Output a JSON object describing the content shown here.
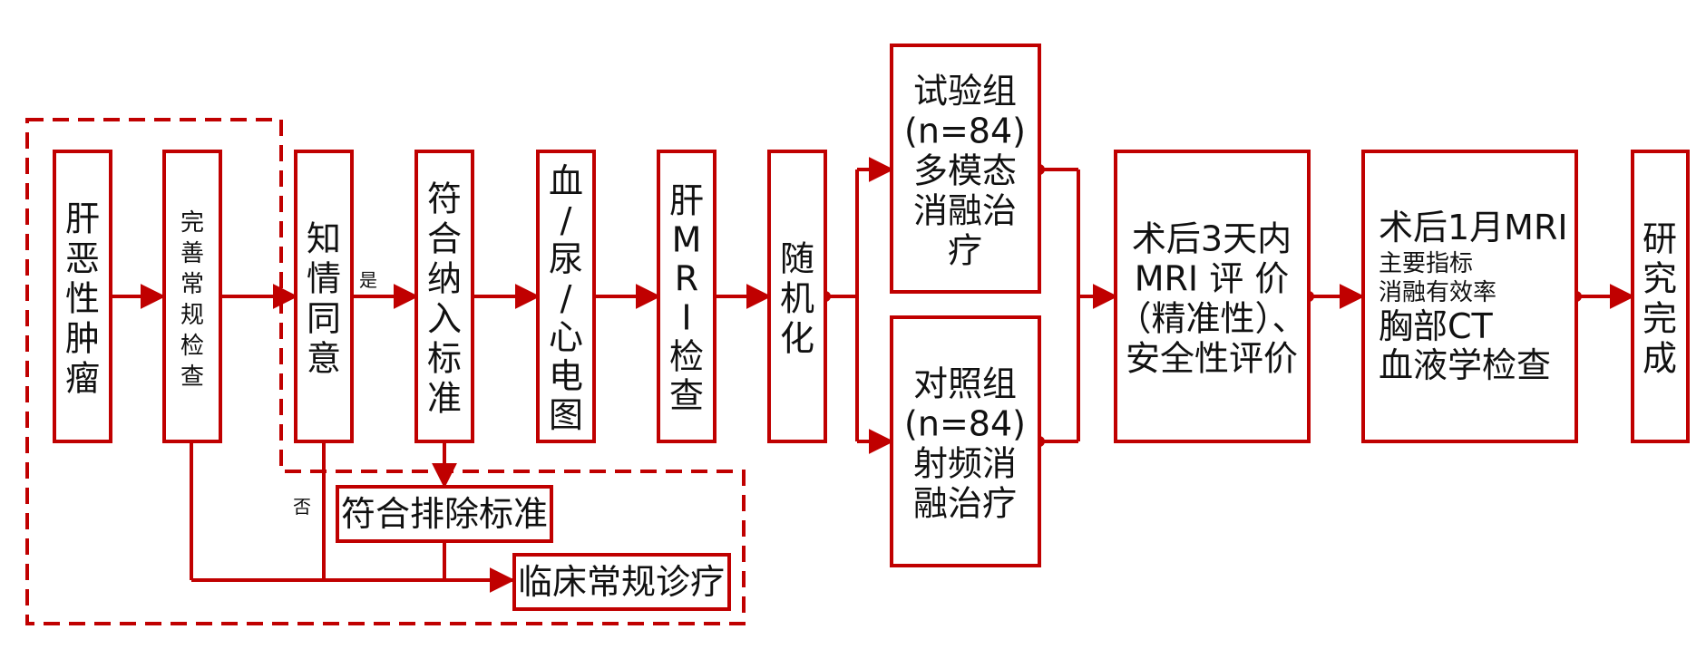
{
  "colors": {
    "line": "#c00000",
    "text": "#111111"
  },
  "nodes": {
    "liver_tumor": "肝恶性肿瘤",
    "routine_exam": "完善常规检查",
    "informed_consent": "知情同意",
    "inclusion": "符合纳入标准",
    "blood_urine_ecg": [
      "血",
      "/",
      "尿",
      "/",
      "心",
      "电",
      "图"
    ],
    "liver_mri": [
      "肝",
      "M",
      "R",
      "I",
      "检",
      "查"
    ],
    "randomize": "随机化",
    "trial_group": [
      "试验组",
      "(n=84)",
      "多模态",
      "消融治",
      "疗"
    ],
    "control_group": [
      "对照组",
      "(n=84)",
      "射频消",
      "融治疗"
    ],
    "postop_3day": [
      "术后3天内",
      "MRI 评 价",
      "（精准性）、",
      "安全性评价"
    ],
    "postop_1month": {
      "line1": "术后1月MRI",
      "line2": "主要指标",
      "line3": "消融有效率",
      "line4": "胸部CT",
      "line5": "血液学检查"
    },
    "study_complete": "研究完成",
    "exclusion": "符合排除标准",
    "routine_treatment": "临床常规诊疗"
  },
  "edge_labels": {
    "yes": "是",
    "no": "否"
  }
}
